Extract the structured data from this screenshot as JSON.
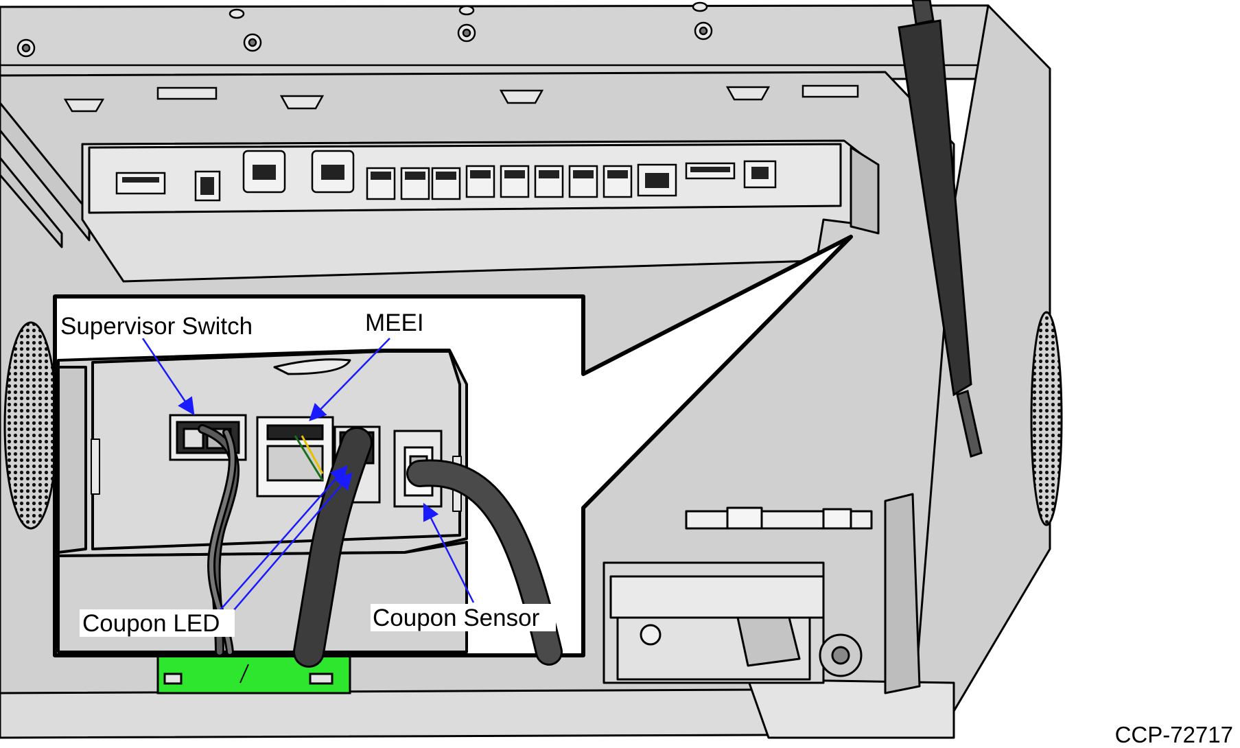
{
  "figure": {
    "reference_id": "CCP-72717",
    "callouts": {
      "supervisor_switch": "Supervisor Switch",
      "meei": "MEEI",
      "coupon_led": "Coupon LED",
      "coupon_sensor": "Coupon Sensor"
    }
  },
  "colors": {
    "housing_fill": "#d2d2d2",
    "panel_fill": "#e2e2e2",
    "line": "#000000",
    "callout_arrow": "#1a1aff",
    "pcb_green": "#2ee62e",
    "cable": "#3a3a3a"
  }
}
